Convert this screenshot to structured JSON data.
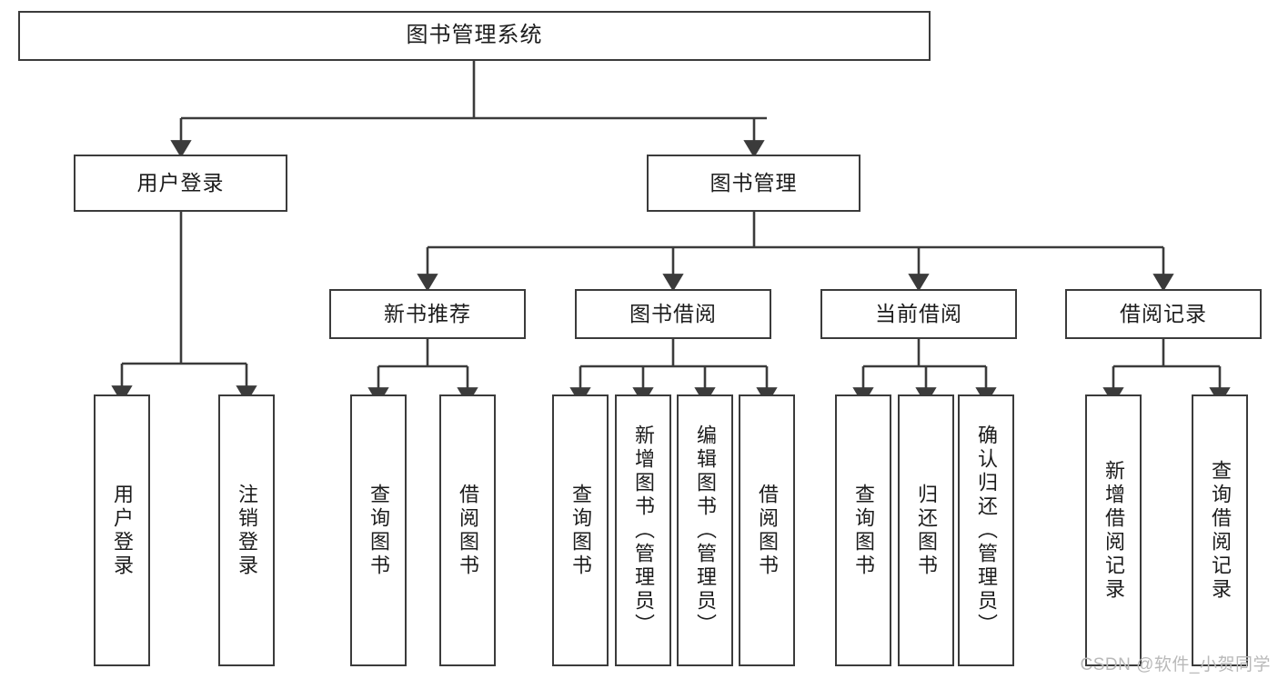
{
  "diagram": {
    "title": "图书管理系统",
    "type": "tree-hierarchy",
    "root": {
      "label": "图书管理系统"
    },
    "level2": [
      {
        "label": "用户登录"
      },
      {
        "label": "图书管理"
      }
    ],
    "level3": [
      {
        "label": "新书推荐"
      },
      {
        "label": "图书借阅"
      },
      {
        "label": "当前借阅"
      },
      {
        "label": "借阅记录"
      }
    ],
    "leaves": {
      "user_login": [
        {
          "label": "用户登录"
        },
        {
          "label": "注销登录"
        }
      ],
      "new_book_recommend": [
        {
          "label": "查询图书"
        },
        {
          "label": "借阅图书"
        }
      ],
      "book_borrow": [
        {
          "label": "查询图书"
        },
        {
          "label": "新增图书（管理员）"
        },
        {
          "label": "编辑图书（管理员）"
        },
        {
          "label": "借阅图书"
        }
      ],
      "current_borrow": [
        {
          "label": "查询图书"
        },
        {
          "label": "归还图书"
        },
        {
          "label": "确认归还（管理员）"
        }
      ],
      "borrow_record": [
        {
          "label": "新增借阅记录"
        },
        {
          "label": "查询借阅记录"
        }
      ]
    }
  },
  "watermark": {
    "text": "CSDN @软件_小贺同学"
  },
  "colors": {
    "stroke": "#3b3b3b",
    "background": "#ffffff",
    "text": "#1c1c1c",
    "watermark": "#b9b9b9"
  }
}
